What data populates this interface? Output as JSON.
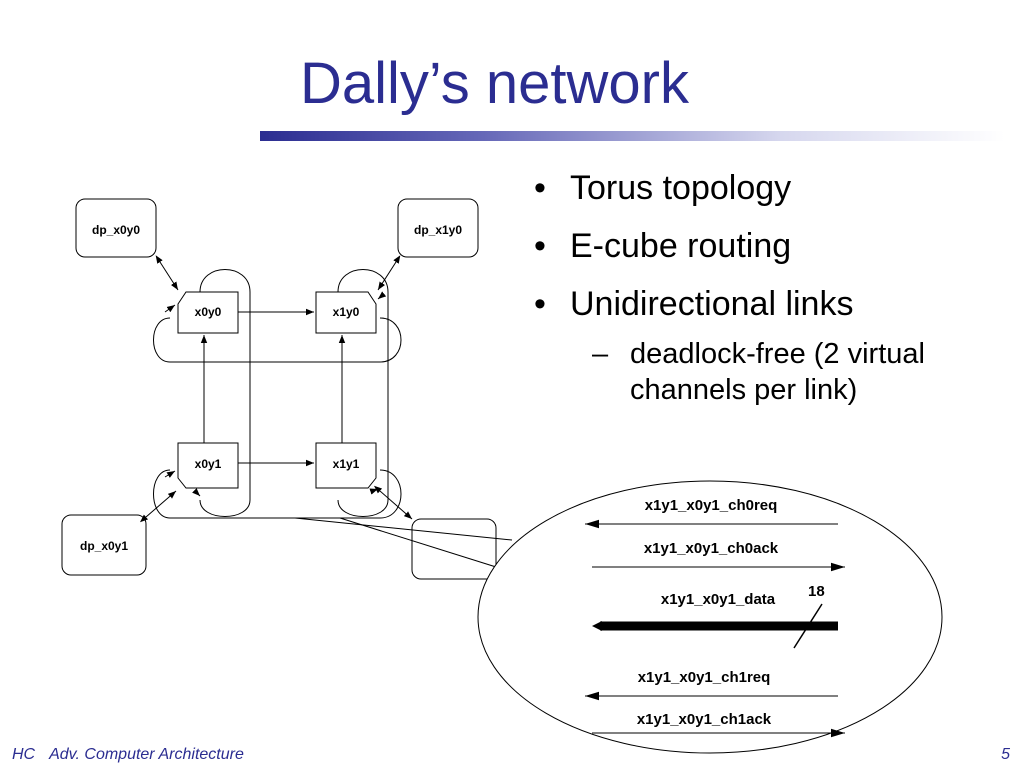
{
  "slide": {
    "title": "Dally’s network",
    "bullets": [
      {
        "text": "Torus topology"
      },
      {
        "text": "E-cube routing"
      },
      {
        "text": "Unidirectional links"
      }
    ],
    "sub_bullet": {
      "line1": "deadlock-free (2 virtual",
      "line2": "channels per link)"
    },
    "footer": {
      "left_prefix": "HC",
      "left_text": "Adv. Computer Architecture",
      "page_number": "5"
    }
  },
  "diagram": {
    "nodes": {
      "dp_x0y0": "dp_x0y0",
      "dp_x1y0": "dp_x1y0",
      "dp_x0y1": "dp_x0y1",
      "x0y0": "x0y0",
      "x1y0": "x1y0",
      "x0y1": "x0y1",
      "x1y1": "x1y1"
    },
    "zoom": {
      "signals": {
        "ch0req": "x1y1_x0y1_ch0req",
        "ch0ack": "x1y1_x0y1_ch0ack",
        "data": "x1y1_x0y1_data",
        "ch1req": "x1y1_x0y1_ch1req",
        "ch1ack": "x1y1_x0y1_ch1ack"
      },
      "data_bus_width": "18"
    }
  }
}
